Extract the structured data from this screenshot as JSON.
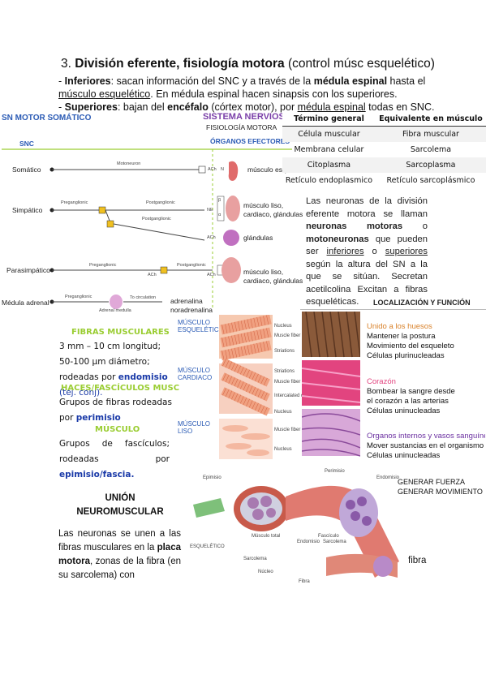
{
  "header": {
    "num": "3.",
    "bold": "División eferente, fisiología motora",
    "rest": "(control músc esquelético)"
  },
  "lines": {
    "l1_a": "- ",
    "l1_b": "Inferiores",
    "l1_c": ": sacan información del SNC y a través de la ",
    "l1_d": "médula espinal",
    "l1_e": " hasta el",
    "l2_a": "músculo esquelético",
    "l2_b": ". En médula espinal hacen sinapsis con los superiores.",
    "l3_a": "- ",
    "l3_b": "Superiores",
    "l3_c": ": bajan del ",
    "l3_d": "encéfalo",
    "l3_e": " (córtex motor), por ",
    "l3_f": "médula espinal",
    "l3_g": " todas en SNC."
  },
  "diagram": {
    "head": "SN MOTOR SOMÁTICO",
    "snc": "SNC",
    "sys_title": "SISTEMA NERVIOSO",
    "sys_sub": "FISIOLOGÍA MOTORA",
    "organos": "ÓRGANOS EFECTORES",
    "rows": {
      "somatico": "Somático",
      "simpatico": "Simpático",
      "parasimpatico": "Parasimpático",
      "medula": "Médula adrenal"
    },
    "labels": {
      "motoneuron": "Motoneuron",
      "preganglionic": "Preganglionic",
      "postganglionic": "Postganglionic",
      "to_circulation": "To circulation",
      "adrenal_medulla": "Adrenal medulla",
      "ach": "ACh",
      "ne": "NE",
      "e": "E",
      "n": "N",
      "m": "M",
      "beta": "β",
      "alpha": "α"
    },
    "effectors": {
      "musculo_esq": "músculo esquelético",
      "liso1": "músculo liso,",
      "liso1b": "cardiaco, glándulas",
      "glandulas": "glándulas",
      "liso2": "músculo liso,",
      "liso2b": "cardiaco, glándulas",
      "adren1": "adrenalina",
      "adren2": "noradrenalina"
    }
  },
  "table": {
    "headers": [
      "Término general",
      "Equivalente en músculo"
    ],
    "rows": [
      [
        "Célula muscular",
        "Fibra muscular"
      ],
      [
        "Membrana celular",
        "Sarcolema"
      ],
      [
        "Citoplasma",
        "Sarcoplasma"
      ],
      [
        "Retículo endoplasmico",
        "Retículo sarcoplásmico"
      ]
    ]
  },
  "neuron_para": {
    "t1": "Las neuronas de la división eferente motora se llaman ",
    "t2": "neuronas motoras",
    "t3": " o ",
    "t4": "motoneuronas",
    "t5": " que pueden ser ",
    "t6": "inferiores",
    "t7": " o ",
    "t8": "superiores",
    "t9": " según la altura del SN a la que se sitúan. Secretan acetilcolina Excitan a fibras esqueléticas."
  },
  "fibras": {
    "title1": "FIBRAS MUSCULARES",
    "text1a": "3 mm – 10 cm longitud; 50-100 µm diámetro; rodeadas por ",
    "text1b": "endomisio",
    "text1c": " (tej. conj).",
    "title2": "HACES/FASCÍCULOS MUSC",
    "text2a": "Grupos de fibras rodeadas por ",
    "text2b": "perimisio",
    "title3": "MÚSCULO",
    "text3a": "Grupos de fascículos; rodeadas por ",
    "text3b": "epimisio/fascia."
  },
  "tissues": {
    "esq": "MÚSCULO ESQUELÉTICO",
    "card": "MÚSCULO CARDIACO",
    "liso": "MÚSCULO LISO",
    "nucleus": "Nucleus",
    "fiber_cell": "Muscle fiber (cell)",
    "striations": "Striations",
    "muscle_fiber": "Muscle fiber",
    "intercalated": "Intercalated disk"
  },
  "localizacion": {
    "head": "LOCALIZACIÓN Y FUNCIÓN",
    "a_title": "Unido a los huesos",
    "a_lines": [
      "Mantener la postura",
      "Movimiento del esqueleto",
      "Células plurinucleadas"
    ],
    "b_title": "Corazón",
    "b_lines": [
      "Bombear la sangre desde",
      "el corazón a las arterias",
      "Células uninucleadas"
    ],
    "c_title": "Organos internos y vasos sanguíne",
    "c_lines": [
      "Mover sustancias en el organismo",
      "Células uninucleadas"
    ]
  },
  "union": {
    "title1": "UNIÓN",
    "title2": "NEUROMUSCULAR",
    "t1": "Las neuronas se unen a las fibras musculares en la ",
    "t2": "placa motora",
    "t3": ", zonas de la fibra (en su sarcolema) con",
    "fibra": "fibra",
    "gen1": "GENERAR FUERZA",
    "gen2": "GENERAR MOVIMIENTO"
  },
  "anatomy_labels": {
    "epimisio": "Epimisio",
    "perimisio": "Perimisio",
    "endomisio": "Endomisio",
    "musculo_total": "Músculo total",
    "fasciculo": "Fascículo",
    "sarcolema": "Sarcolema",
    "nucleo": "Núcleo",
    "fibra": "Fibra",
    "esqueletico": "ESQUELÉTICO"
  },
  "colors": {
    "heading_blue": "#2b5bb5",
    "green": "#9acd32",
    "purple": "#7a3fa8",
    "link_blue": "#1a3aa8",
    "orange_link": "#d9822b",
    "pink": "#e2447f",
    "purple_link": "#6a2fa0"
  }
}
